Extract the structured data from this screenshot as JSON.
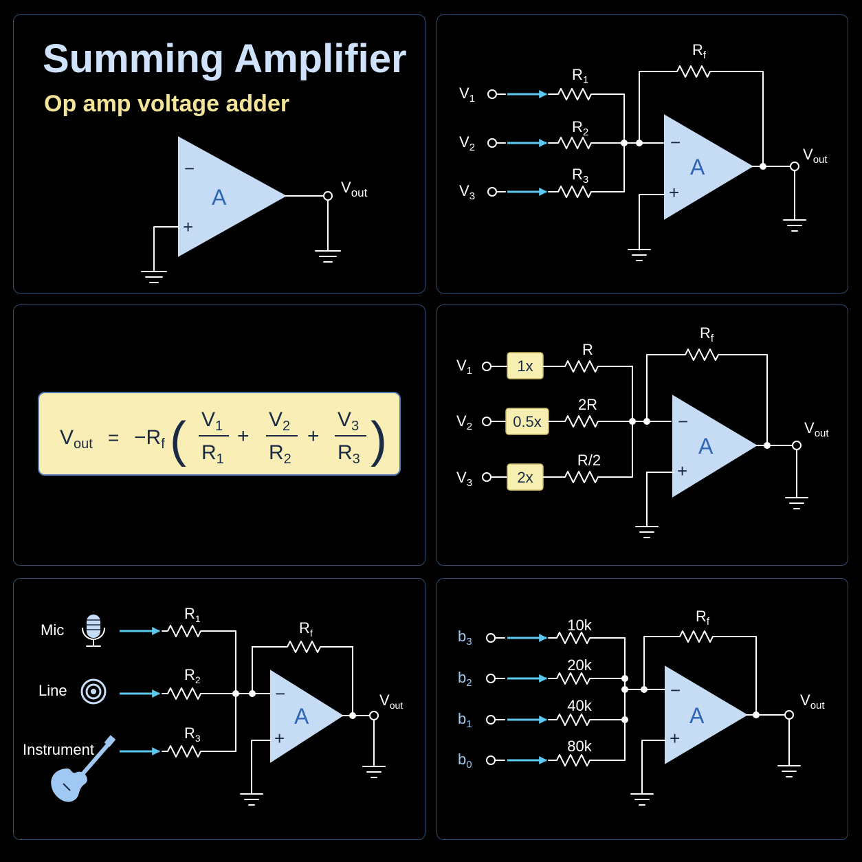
{
  "header": {
    "title": "Summing Amplifier",
    "subtitle": "Op amp voltage adder"
  },
  "opamp": {
    "label": "A",
    "minus": "−",
    "plus": "+"
  },
  "vout": {
    "main": "V",
    "sub": "out"
  },
  "formula": {
    "lhs_main": "V",
    "lhs_sub": "out",
    "eq": "=",
    "neg_rf_main": "−R",
    "neg_rf_sub": "f",
    "open": "(",
    "close": ")",
    "plus": "+",
    "terms": [
      {
        "num_main": "V",
        "num_sub": "1",
        "den_main": "R",
        "den_sub": "1"
      },
      {
        "num_main": "V",
        "num_sub": "2",
        "den_main": "R",
        "den_sub": "2"
      },
      {
        "num_main": "V",
        "num_sub": "3",
        "den_main": "R",
        "den_sub": "3"
      }
    ]
  },
  "basic": {
    "inputs": [
      {
        "main": "V",
        "sub": "1",
        "res_main": "R",
        "res_sub": "1"
      },
      {
        "main": "V",
        "sub": "2",
        "res_main": "R",
        "res_sub": "2"
      },
      {
        "main": "V",
        "sub": "3",
        "res_main": "R",
        "res_sub": "3"
      }
    ],
    "rf_main": "R",
    "rf_sub": "f"
  },
  "weighted": {
    "inputs": [
      {
        "main": "V",
        "sub": "1",
        "gain": "1x",
        "resistor": "R"
      },
      {
        "main": "V",
        "sub": "2",
        "gain": "0.5x",
        "resistor": "2R"
      },
      {
        "main": "V",
        "sub": "3",
        "gain": "2x",
        "resistor": "R/2"
      }
    ],
    "rf_main": "R",
    "rf_sub": "f"
  },
  "mixer": {
    "inputs": [
      {
        "label": "Mic",
        "icon": "microphone-icon",
        "res_main": "R",
        "res_sub": "1"
      },
      {
        "label": "Line",
        "icon": "rca-jack-icon",
        "res_main": "R",
        "res_sub": "2"
      },
      {
        "label": "Instrument",
        "icon": "guitar-icon",
        "res_main": "R",
        "res_sub": "3"
      }
    ],
    "rf_main": "R",
    "rf_sub": "f"
  },
  "dac": {
    "inputs": [
      {
        "main": "b",
        "sub": "3",
        "resistor": "10k"
      },
      {
        "main": "b",
        "sub": "2",
        "resistor": "20k"
      },
      {
        "main": "b",
        "sub": "1",
        "resistor": "40k"
      },
      {
        "main": "b",
        "sub": "0",
        "resistor": "80k"
      }
    ],
    "rf_main": "R",
    "rf_sub": "f"
  },
  "colors": {
    "background": "#000000",
    "panel_border": "#2f4d73",
    "opamp_fill": "#c6dcf5",
    "arrow": "#5ccaf0",
    "formula_bg": "#f8eeb6",
    "title": "#cfe2fb",
    "subtitle": "#f3e49a"
  }
}
